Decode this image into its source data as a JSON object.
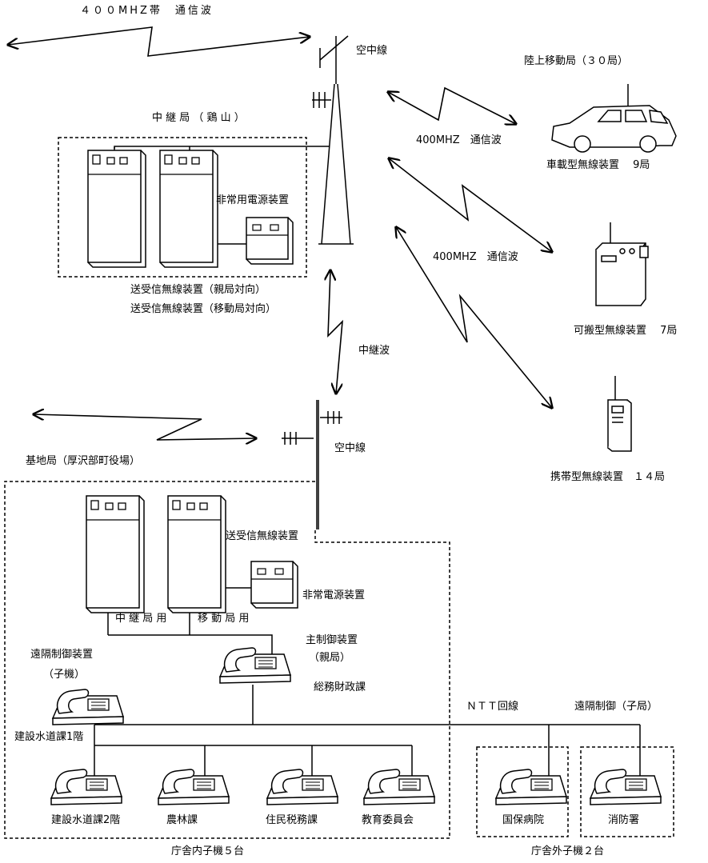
{
  "labels": {
    "wave_400_top": "４００MHZ帯　通信波",
    "antenna_top": "空中線",
    "relay_station": "中 継 局 （ 鶏 山 ）",
    "emergency_power_top": "非常用電源装置",
    "radio_parent": "送受信無線装置（親局対向）",
    "radio_mobile": "送受信無線装置（移動局対向）",
    "land_mobile": "陸上移動局（３０局）",
    "wave_400_1": "400MHZ　通信波",
    "car_radio": "車載型無線装置　 9局",
    "wave_400_2": "400MHZ　通信波",
    "portable_radio": "可搬型無線装置　 7局",
    "handheld_radio": "携帯型無線装置　１４局",
    "relay_wave": "中継波",
    "base_station": "基地局（厚沢部町役場）",
    "antenna_base": "空中線",
    "radio_base": "送受信無線装置",
    "emergency_power_base": "非常電源装置",
    "relay_use": "中 継 局 用",
    "mobile_use": "移 動 局 用",
    "main_control": "主制御装置",
    "main_control_sub": "（親局）",
    "general_affairs": "総務財政課",
    "remote_control": "遠隔制御装置",
    "remote_control_sub": "（子機）",
    "construction_1f": "建設水道課1階",
    "ntt_line": "ＮＴＴ回線",
    "remote_child": "遠隔制御（子局）",
    "construction_2f": "建設水道課2階",
    "agriculture": "農林課",
    "resident_tax": "住民税務課",
    "education": "教育委員会",
    "hospital": "国保病院",
    "fire_dept": "消防署",
    "inside_units": "庁舎内子機５台",
    "outside_units": "庁舎外子機２台"
  }
}
